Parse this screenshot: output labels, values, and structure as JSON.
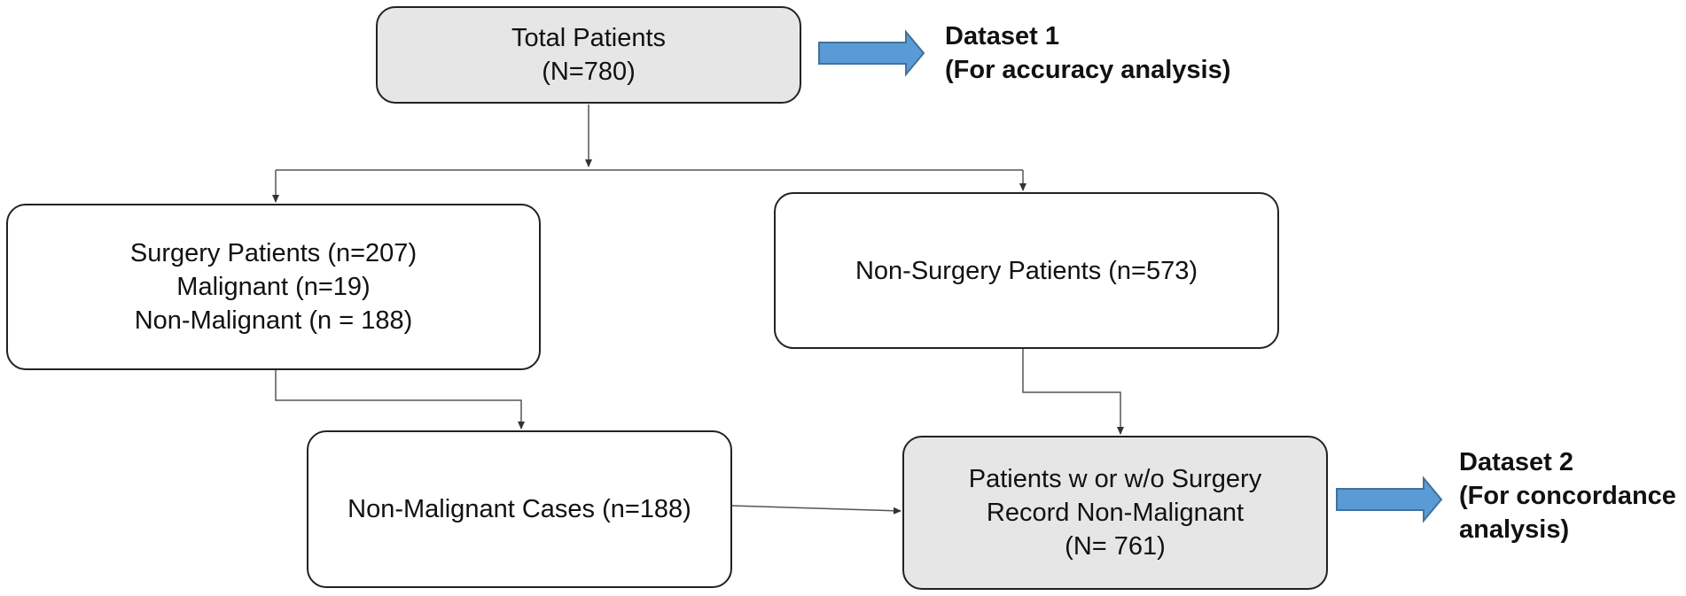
{
  "nodes": {
    "total": {
      "lines": [
        "Total Patients",
        "(N=780)"
      ]
    },
    "surgery": {
      "lines": [
        "Surgery Patients (n=207)",
        "Malignant (n=19)",
        "Non-Malignant (n = 188)"
      ]
    },
    "non_surgery": {
      "lines": [
        "Non-Surgery Patients (n=573)"
      ]
    },
    "non_malignant_cases": {
      "lines": [
        "Non-Malignant Cases (n=188)"
      ]
    },
    "combined": {
      "lines": [
        "Patients w or w/o Surgery",
        "Record Non-Malignant",
        "(N= 761)"
      ]
    }
  },
  "datasets": {
    "dataset1": {
      "title": "Dataset 1",
      "subtitle": "(For accuracy analysis)"
    },
    "dataset2": {
      "title": "Dataset 2",
      "line2": "(For concordance",
      "line3": "analysis)"
    }
  },
  "colors": {
    "shaded_box": "#e6e6e6",
    "arrow_fill": "#5b9bd5",
    "arrow_stroke": "#41719c",
    "connector": "#333333"
  }
}
